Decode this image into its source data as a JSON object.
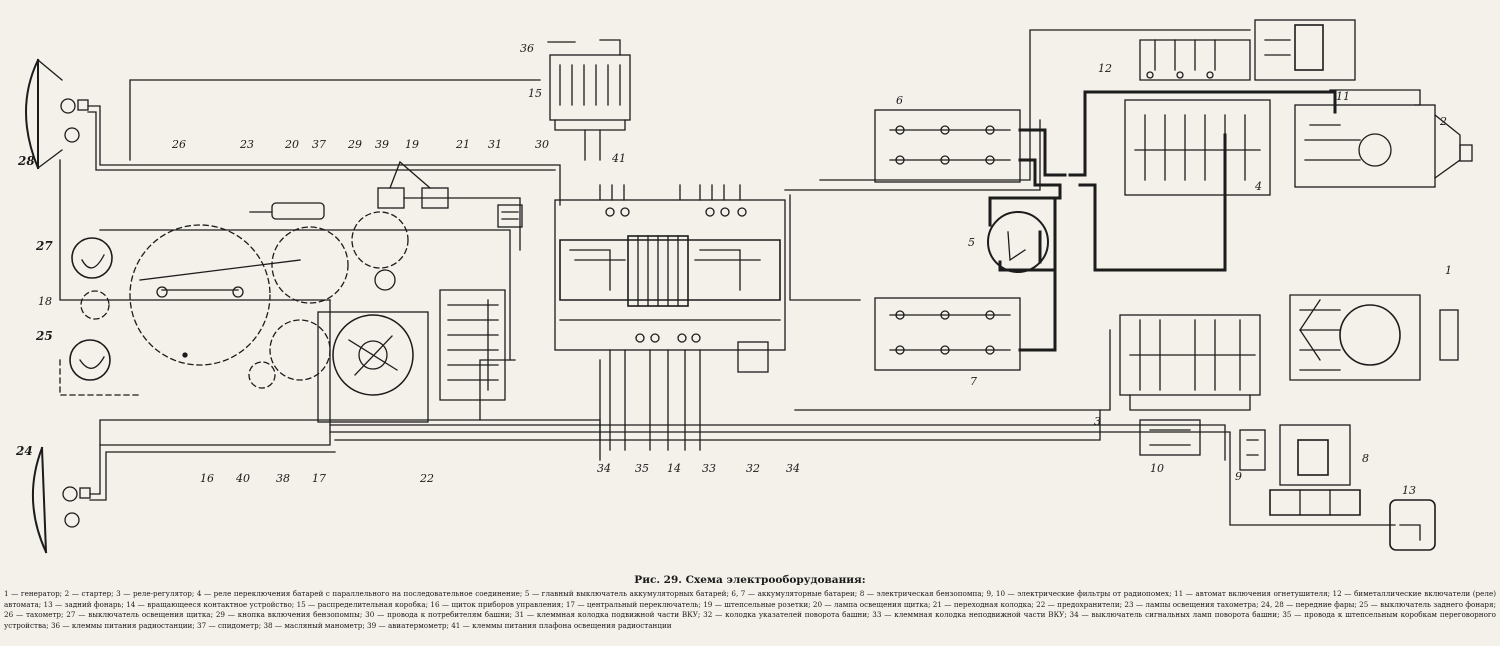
{
  "labels": {
    "n1": "1",
    "n2": "2",
    "n3": "3",
    "n4": "4",
    "n5": "5",
    "n6": "6",
    "n7": "7",
    "n8": "8",
    "n9": "9",
    "n10": "10",
    "n11": "11",
    "n12": "12",
    "n13": "13",
    "n14": "14",
    "n15": "15",
    "n16": "16",
    "n17": "17",
    "n18": "18",
    "n19": "19",
    "n20": "20",
    "n21": "21",
    "n22": "22",
    "n23": "23",
    "n24": "24",
    "n25": "25",
    "n26": "26",
    "n27": "27",
    "n28": "28",
    "n29": "29",
    "n30": "30",
    "n31": "31",
    "n32": "32",
    "n33": "33",
    "n34": "34",
    "n35": "35",
    "n36": "36",
    "n37": "37",
    "n38": "38",
    "n39": "39",
    "n40": "40",
    "n41": "41"
  },
  "caption": {
    "title": "Рис. 29. Схема электрооборудования:",
    "text": "1 — генератор; 2 — стартер; 3 — реле-регулятор; 4 — реле переключения батарей с параллельного на последовательное соединение; 5 — главный выключатель аккумуляторных батарей; 6, 7 — аккумуляторные батареи; 8 — электрическая бензопомпа; 9, 10 — электрические фильтры от радиопомех; 11 — автомат включения огнетушителя; 12 — биметаллические включатели (реле) автомата; 13 — задний фонарь; 14 — вращающееся контактное устройство; 15 — распределительная коробка; 16 — щиток приборов управления; 17 — центральный переключатель; 19 — штепсельные розетки; 20 — лампа освещения щитка; 21 — переходная колодка; 22 — предохранители; 23 — лампы освещения тахометра; 24, 28 — передние фары; 25 — выключатель заднего фонаря; 26 — тахометр; 27 — выключатель освещения щитка; 29 — кнопка включения бензопомпы; 30 — провода к потребителям башни; 31 — клеммная колодка подвижной части ВКУ; 32 — колодка указателей поворота башни; 33 — клеммная колодка неподвижной части ВКУ; 34 — выключатель сигнальных ламп поворота башни; 35 — провода к штепсельным коробкам переговорного устройства; 36 — клеммы питания радиостанции; 37 — спидометр; 38 — масляный манометр; 39 — авиатермометр; 41 — клеммы питания плафона освещения радиостанции"
  }
}
